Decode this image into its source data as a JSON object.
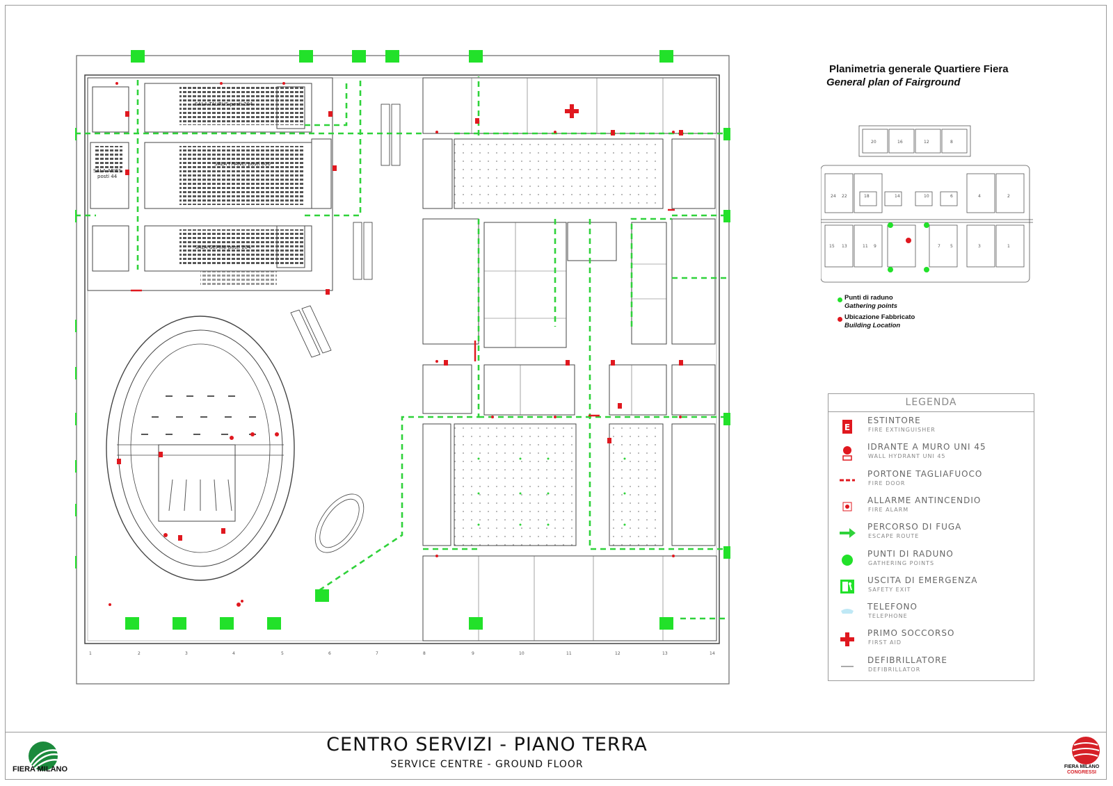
{
  "key_map": {
    "title": "Planimetria generale Quartiere Fiera",
    "subtitle": "General plan of Fairground",
    "pavilions_top": [
      "20",
      "16",
      "12",
      "8"
    ],
    "pavilions_mid": [
      "24",
      "22",
      "18",
      "14",
      "10",
      "6",
      "4",
      "2"
    ],
    "pavilions_bottom": [
      "15",
      "13",
      "11",
      "9",
      "7",
      "5",
      "3",
      "1"
    ],
    "legend": {
      "gathering_it": "Punti di raduno",
      "gathering_en": "Gathering points",
      "location_it": "Ubicazione Fabbricato",
      "location_en": "Building Location"
    }
  },
  "legend": {
    "title": "LEGENDA",
    "items": [
      {
        "icon": "extinguisher-icon",
        "label": "ESTINTORE",
        "sub": "FIRE EXTINGUISHER"
      },
      {
        "icon": "hydrant-icon",
        "label": "IDRANTE A MURO UNI 45",
        "sub": "WALL HYDRANT UNI 45"
      },
      {
        "icon": "fire-door-icon",
        "label": "PORTONE TAGLIAFUOCO",
        "sub": "FIRE DOOR"
      },
      {
        "icon": "fire-alarm-icon",
        "label": "ALLARME ANTINCENDIO",
        "sub": "FIRE ALARM"
      },
      {
        "icon": "escape-route-icon",
        "label": "PERCORSO DI FUGA",
        "sub": "ESCAPE ROUTE"
      },
      {
        "icon": "gathering-point-icon",
        "label": "PUNTI DI RADUNO",
        "sub": "GATHERING POINTS"
      },
      {
        "icon": "emergency-exit-icon",
        "label": "USCITA DI EMERGENZA",
        "sub": "SAFETY EXIT"
      },
      {
        "icon": "telephone-icon",
        "label": "TELEFONO",
        "sub": "TELEPHONE"
      },
      {
        "icon": "first-aid-icon",
        "label": "PRIMO SOCCORSO",
        "sub": "FIRST AID"
      },
      {
        "icon": "defibrillator-icon",
        "label": "DEFIBRILLATORE",
        "sub": "DEFIBRILLATOR"
      }
    ]
  },
  "plan": {
    "rooms": {
      "taurus": "SALA TAURUS posti 204",
      "franci": "SALA FRANCI posti 600",
      "gemini": "SALA GEMINI posti 204",
      "aries": "SALA ARIES",
      "aries_seats": "posti 44"
    }
  },
  "footer": {
    "title": "CENTRO SERVIZI - PIANO TERRA",
    "subtitle": "SERVICE CENTRE -  GROUND FLOOR",
    "logo_left": "FIERA MILANO",
    "logo_right_1": "FIERA MILANO",
    "logo_right_2": "CONGRESSI"
  },
  "colors": {
    "exit_green": "#22e12a",
    "route_green": "#2fd23a",
    "alarm_red": "#e0181f",
    "line_gray": "#5a5a5a"
  }
}
